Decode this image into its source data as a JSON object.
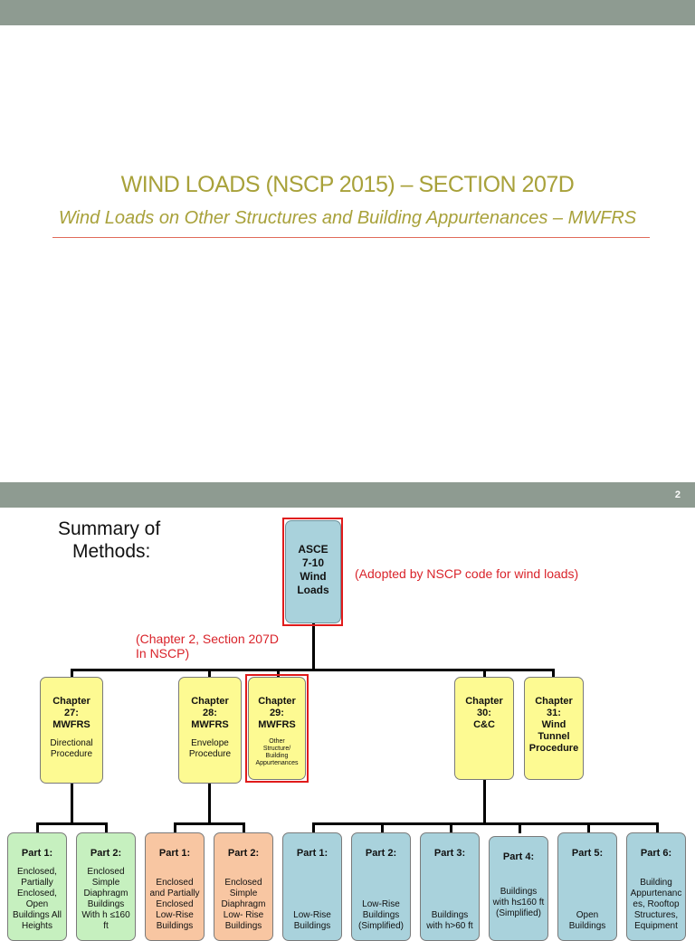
{
  "slide1": {
    "title": "WIND LOADS (NSCP 2015) – SECTION 207D",
    "subtitle": "Wind Loads on Other Structures and Building Appurtenances – MWFRS"
  },
  "slide2": {
    "number": "2",
    "heading_line1": "Summary of",
    "heading_line2": "Methods:",
    "root": [
      "ASCE",
      "7-10",
      "Wind",
      "Loads"
    ],
    "note_adopted": "(Adopted by NSCP code for wind loads)",
    "note_chapter_line1": "(Chapter 2, Section 207D",
    "note_chapter_line2": "In NSCP)",
    "chapters": [
      {
        "head": [
          "Chapter",
          "27:",
          "MWFRS"
        ],
        "desc": [
          "Directional",
          "Procedure"
        ]
      },
      {
        "head": [
          "Chapter",
          "28:",
          "MWFRS"
        ],
        "desc": [
          "Envelope",
          "Procedure"
        ]
      },
      {
        "head": [
          "Chapter",
          "29:",
          "MWFRS"
        ],
        "desc": [
          "Other",
          "Structure/",
          "Building",
          "Appurtenances"
        ]
      },
      {
        "head": [
          "Chapter",
          "30:",
          "C&C"
        ],
        "desc": []
      },
      {
        "head": [
          "Chapter",
          "31:",
          "Wind",
          "Tunnel",
          "Procedure"
        ],
        "desc": []
      }
    ],
    "parts": [
      {
        "head": "Part 1:",
        "desc": [
          "Enclosed,",
          "Partially",
          "Enclosed,",
          "Open",
          "Buildings All",
          "Heights"
        ]
      },
      {
        "head": "Part 2:",
        "desc": [
          "Enclosed",
          "Simple",
          "Diaphragm",
          "Buildings",
          "With h ≤160",
          "ft"
        ]
      },
      {
        "head": "Part 1:",
        "desc": [
          "Enclosed",
          "and Partially",
          "Enclosed",
          "Low-Rise",
          "Buildings"
        ]
      },
      {
        "head": "Part 2:",
        "desc": [
          "Enclosed",
          "Simple",
          "Diaphragm",
          "Low- Rise",
          "Buildings"
        ]
      },
      {
        "head": "Part 1:",
        "desc": [
          "Low-Rise",
          "Buildings"
        ]
      },
      {
        "head": "Part 2:",
        "desc": [
          "Low-Rise",
          "Buildings",
          "(Simplified)"
        ]
      },
      {
        "head": "Part 3:",
        "desc": [
          "Buildings",
          "with h>60 ft"
        ]
      },
      {
        "head": "Part 4:",
        "desc": [
          "Buildings",
          "with h≤160 ft",
          "(Simplified)"
        ]
      },
      {
        "head": "Part 5:",
        "desc": [
          "Open",
          "Buildings"
        ]
      },
      {
        "head": "Part 6:",
        "desc": [
          "Building",
          "Appurtenanc",
          "es, Rooftop",
          "Structures,",
          "Equipment"
        ]
      }
    ]
  }
}
